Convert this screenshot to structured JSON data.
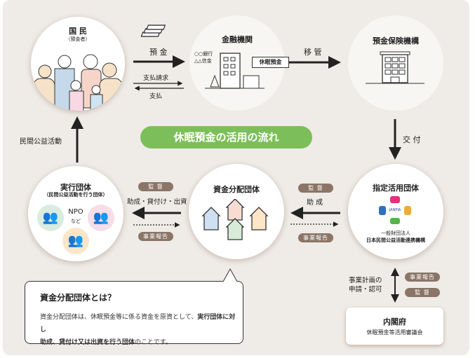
{
  "title": "休眠預金の活用の流れ",
  "colors": {
    "panel": "#efebe6",
    "title_pill": "#7cbf5a",
    "pill": "#8a7567"
  },
  "nodes": {
    "citizens": {
      "title": "国 民",
      "subtitle": "（預金者）"
    },
    "bank": {
      "title": "金融機関",
      "bank_labels": [
        "○○銀行",
        "△△信金"
      ],
      "dormant_tag": "休眠預金"
    },
    "dic": {
      "title": "預金保険機構"
    },
    "executors": {
      "title": "実行団体",
      "subtitle": "（民間公益活動を行う団体）",
      "center": "NPO",
      "center_sub": "など"
    },
    "distributors": {
      "title": "資金分配団体"
    },
    "designated": {
      "title": "指定活用団体",
      "logo_text": "JANPIA",
      "org_type": "一般財団法人",
      "org_name": "日本民間公益活動連携機構"
    },
    "cabinet": {
      "title": "内閣府",
      "subtitle": "休眠預金等活用審議会"
    }
  },
  "flows": {
    "deposit": "預 金",
    "payment_request": "支払請求",
    "payment": "支払",
    "transfer": "移 管",
    "grant": "交 付",
    "civic_activity": "民間公益活動",
    "left_supervision": "監 督",
    "left_funding": "助成・貸付け・出資",
    "left_report": "事業報告",
    "right_supervision": "監 督",
    "right_funding": "助 成",
    "right_report": "事業報告",
    "plan_line1": "事業計画の",
    "plan_line2": "申請・認可",
    "cab_report": "事業報告",
    "cab_supervision": "監 督"
  },
  "callout": {
    "heading": "資金分配団体とは？",
    "text_a": "資金分配団体は、休眠預金等に係る資金を原資として、",
    "text_b_bold": "実行団体に対し",
    "text_c_bold": "助成、貸付け又は出資を行う団体",
    "text_d": "のことです。"
  }
}
